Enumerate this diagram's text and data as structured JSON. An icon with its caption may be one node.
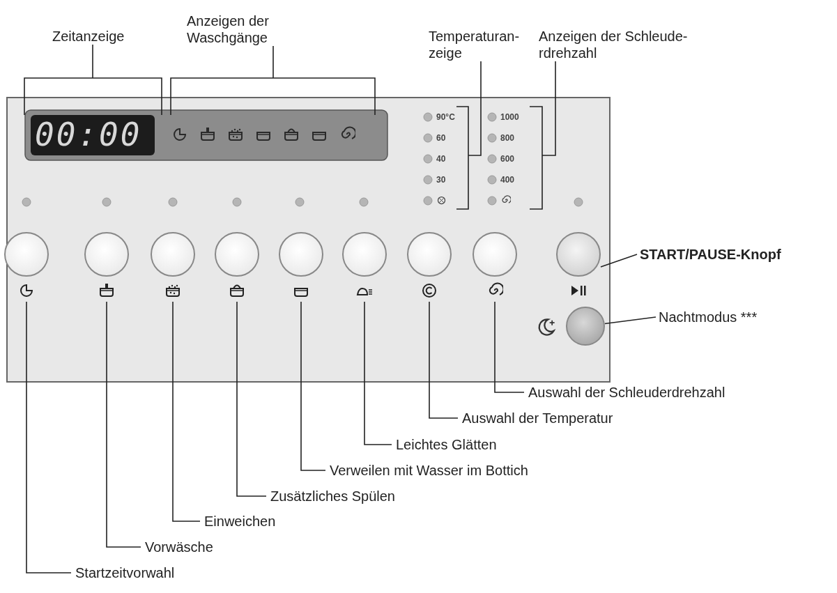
{
  "diagram": {
    "nodes": [
      {
        "text": [
          "Zeitanzeige"
        ]
      },
      {
        "text": [
          "Anzeigen der Waschgänge"
        ]
      },
      {
        "text": [
          "Temperaturan- zeige"
        ]
      },
      {
        "text": [
          "Anzeigen der Schleude- rdrehzahl"
        ]
      },
      {
        "text": [],
        "shape": "circle"
      },
      {
        "text": [],
        "shape": "circle"
      },
      {
        "text": [],
        "shape": "circle"
      },
      {
        "text": [],
        "shape": "circle"
      },
      {
        "text": [],
        "shape": "circle"
      },
      {
        "text": [],
        "shape": "circle"
      },
      {
        "text": [],
        "shape": "circle"
      },
      {
        "text": [],
        "shape": "circle"
      },
      {
        "text": [],
        "shape": "circle"
      },
      {
        "text": [],
        "shape": "circle"
      },
      {
        "text": [
          "START/PAUSE-Knopf"
        ]
      },
      {
        "text": [
          "Nachtmodus ***"
        ]
      },
      {
        "text": [
          "Auswahl der Schleuderdrehzahl"
        ]
      },
      {
        "text": [
          "Auswahl der Temperatur"
        ]
      },
      {
        "text": [
          "Leichtes Glätten"
        ]
      },
      {
        "text": [
          "Verweilen mit Wasser im Bottich"
        ]
      },
      {
        "text": [
          "Zusätzliches Spülen"
        ]
      },
      {
        "text": [
          "Einweichen"
        ]
      },
      {
        "text": [
          "Vorwäsche"
        ]
      },
      {
        "text": [
          "Startzeitvorwahl"
        ]
      }
    ],
    "edges": [
      {
        "from": 0,
        "to": null,
        "arrow": "none"
      },
      {
        "from": 1,
        "to": null,
        "arrow": "none"
      },
      {
        "from": 2,
        "to": null,
        "arrow": "none"
      },
      {
        "from": 3,
        "to": null,
        "arrow": "none"
      },
      {
        "from": 14,
        "to": 12,
        "arrow": "none"
      },
      {
        "from": 15,
        "to": 13,
        "arrow": "none"
      },
      {
        "from": 16,
        "to": 11,
        "arrow": "none"
      },
      {
        "from": 17,
        "to": 10,
        "arrow": "none"
      },
      {
        "from": 18,
        "to": 9,
        "arrow": "none"
      },
      {
        "from": 19,
        "to": 8,
        "arrow": "none"
      },
      {
        "from": 20,
        "to": 7,
        "arrow": "none"
      },
      {
        "from": 21,
        "to": 6,
        "arrow": "none"
      },
      {
        "from": 22,
        "to": 5,
        "arrow": "none"
      },
      {
        "from": 23,
        "to": 4,
        "arrow": "none"
      }
    ],
    "labels": [
      "00:00",
      "90°C",
      "60",
      "40",
      "30",
      "1000",
      "800",
      "600",
      "400"
    ]
  }
}
